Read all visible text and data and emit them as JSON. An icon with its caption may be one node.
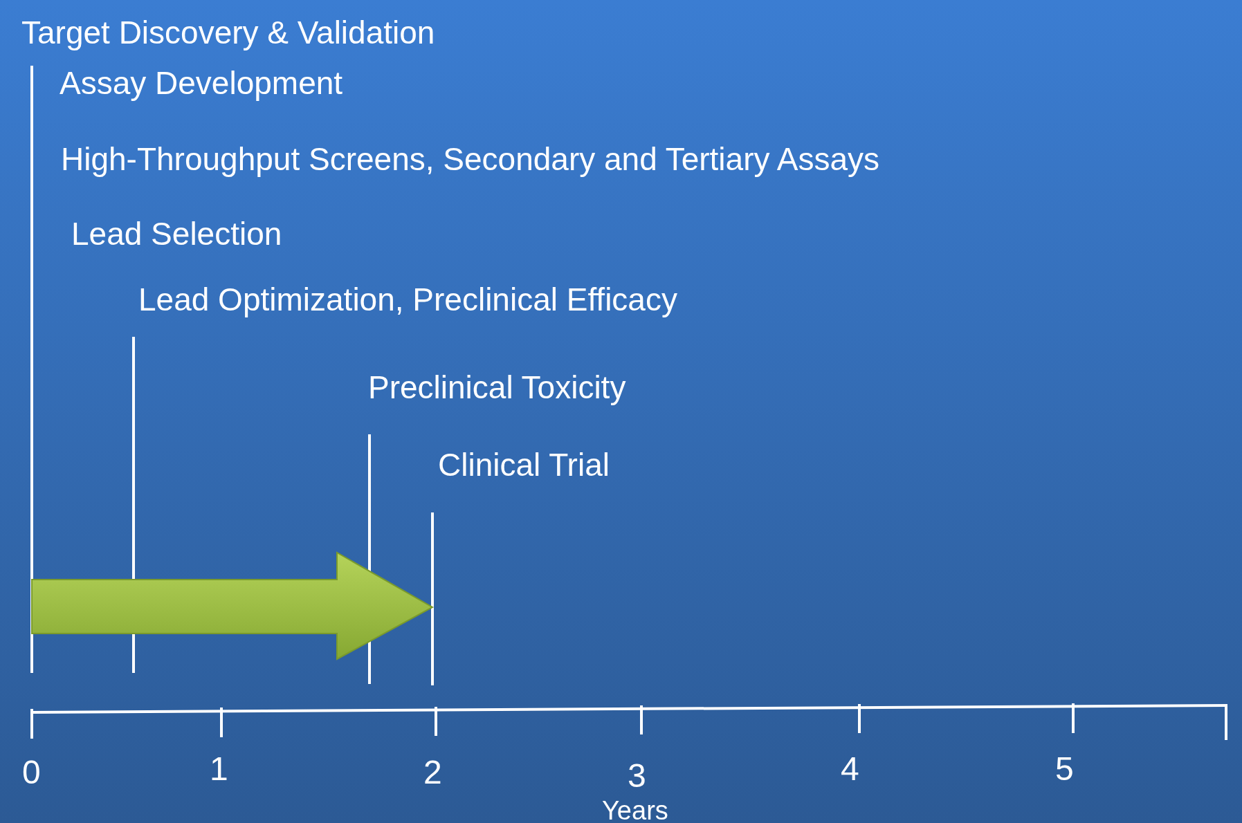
{
  "diagram": {
    "labels": [
      "Target Discovery & Validation",
      "Assay Development",
      "High-Throughput Screens, Secondary and Tertiary Assays",
      "Lead Selection",
      "Lead Optimization, Preclinical Efficacy",
      "Preclinical Toxicity",
      "Clinical Trial",
      "0",
      "1",
      "2",
      "3",
      "4",
      "5",
      "Years"
    ]
  }
}
